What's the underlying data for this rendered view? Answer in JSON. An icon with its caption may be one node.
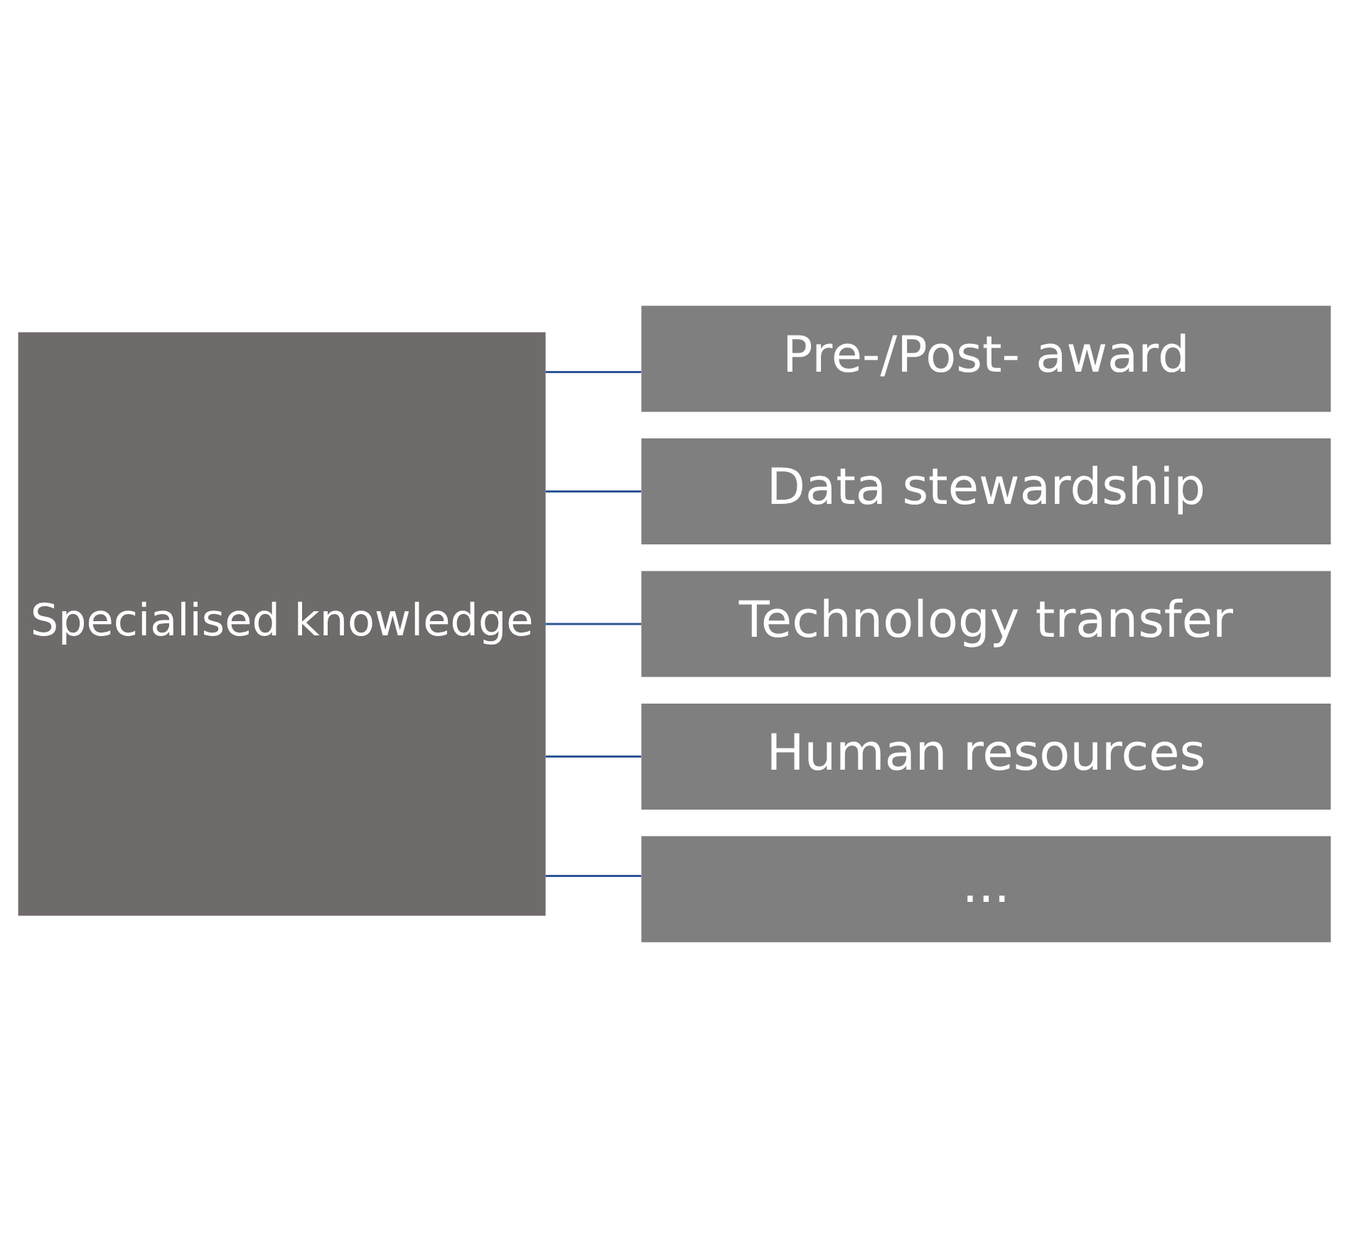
{
  "diagram": {
    "nodes": [
      {
        "text": [
          "Specialised knowledge"
        ]
      },
      {
        "text": [
          "Pre-/Post- award"
        ]
      },
      {
        "text": [
          "Data stewardship"
        ]
      },
      {
        "text": [
          "Technology transfer"
        ]
      },
      {
        "text": [
          "Human resources"
        ]
      },
      {
        "text": [
          "..."
        ]
      }
    ],
    "edges": [
      {
        "from": 0,
        "to": 1,
        "arrow": "none"
      },
      {
        "from": 0,
        "to": 2,
        "arrow": "none"
      },
      {
        "from": 0,
        "to": 3,
        "arrow": "none"
      },
      {
        "from": 0,
        "to": 4,
        "arrow": "none"
      },
      {
        "from": 0,
        "to": 5,
        "arrow": "none"
      }
    ]
  }
}
